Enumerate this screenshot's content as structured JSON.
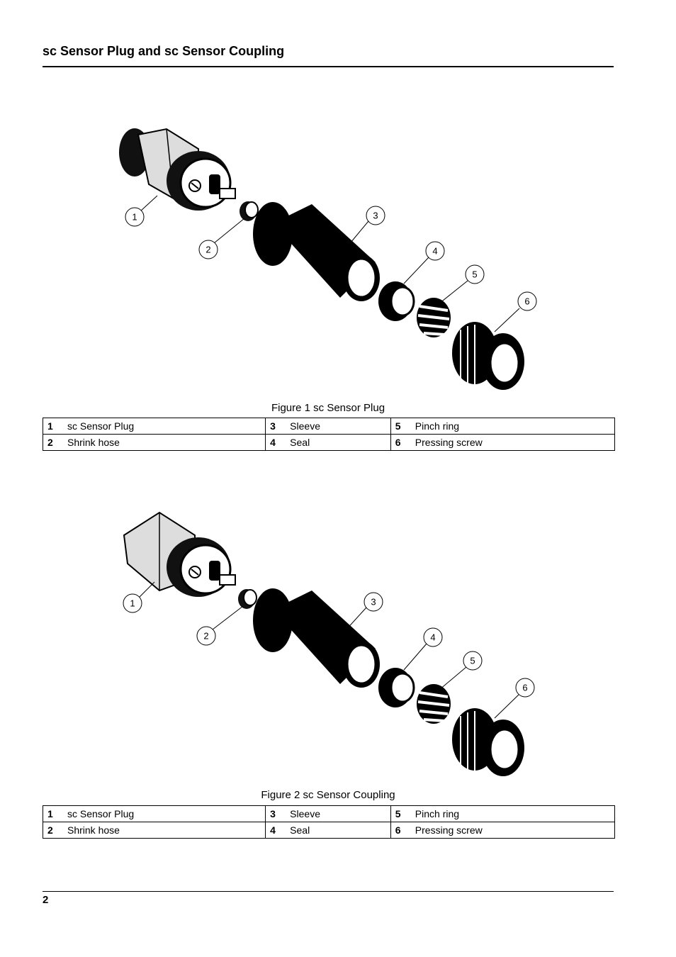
{
  "header": {
    "title": "sc Sensor Plug and sc Sensor Coupling"
  },
  "figures": [
    {
      "caption": "Figure 1 sc Sensor Plug",
      "callouts": [
        "1",
        "2",
        "3",
        "4",
        "5",
        "6"
      ],
      "legend": [
        {
          "num": "1",
          "label": "sc Sensor Plug"
        },
        {
          "num": "2",
          "label": "Shrink hose"
        },
        {
          "num": "3",
          "label": "Sleeve"
        },
        {
          "num": "4",
          "label": "Seal"
        },
        {
          "num": "5",
          "label": "Pinch ring"
        },
        {
          "num": "6",
          "label": "Pressing screw"
        }
      ]
    },
    {
      "caption": "Figure 2 sc Sensor Coupling",
      "callouts": [
        "1",
        "2",
        "3",
        "4",
        "5",
        "6"
      ],
      "legend": [
        {
          "num": "1",
          "label": "sc Sensor Plug"
        },
        {
          "num": "2",
          "label": "Shrink hose"
        },
        {
          "num": "3",
          "label": "Sleeve"
        },
        {
          "num": "4",
          "label": "Seal"
        },
        {
          "num": "5",
          "label": "Pinch ring"
        },
        {
          "num": "6",
          "label": "Pressing screw"
        }
      ]
    }
  ],
  "footer": {
    "page_number": "2"
  }
}
